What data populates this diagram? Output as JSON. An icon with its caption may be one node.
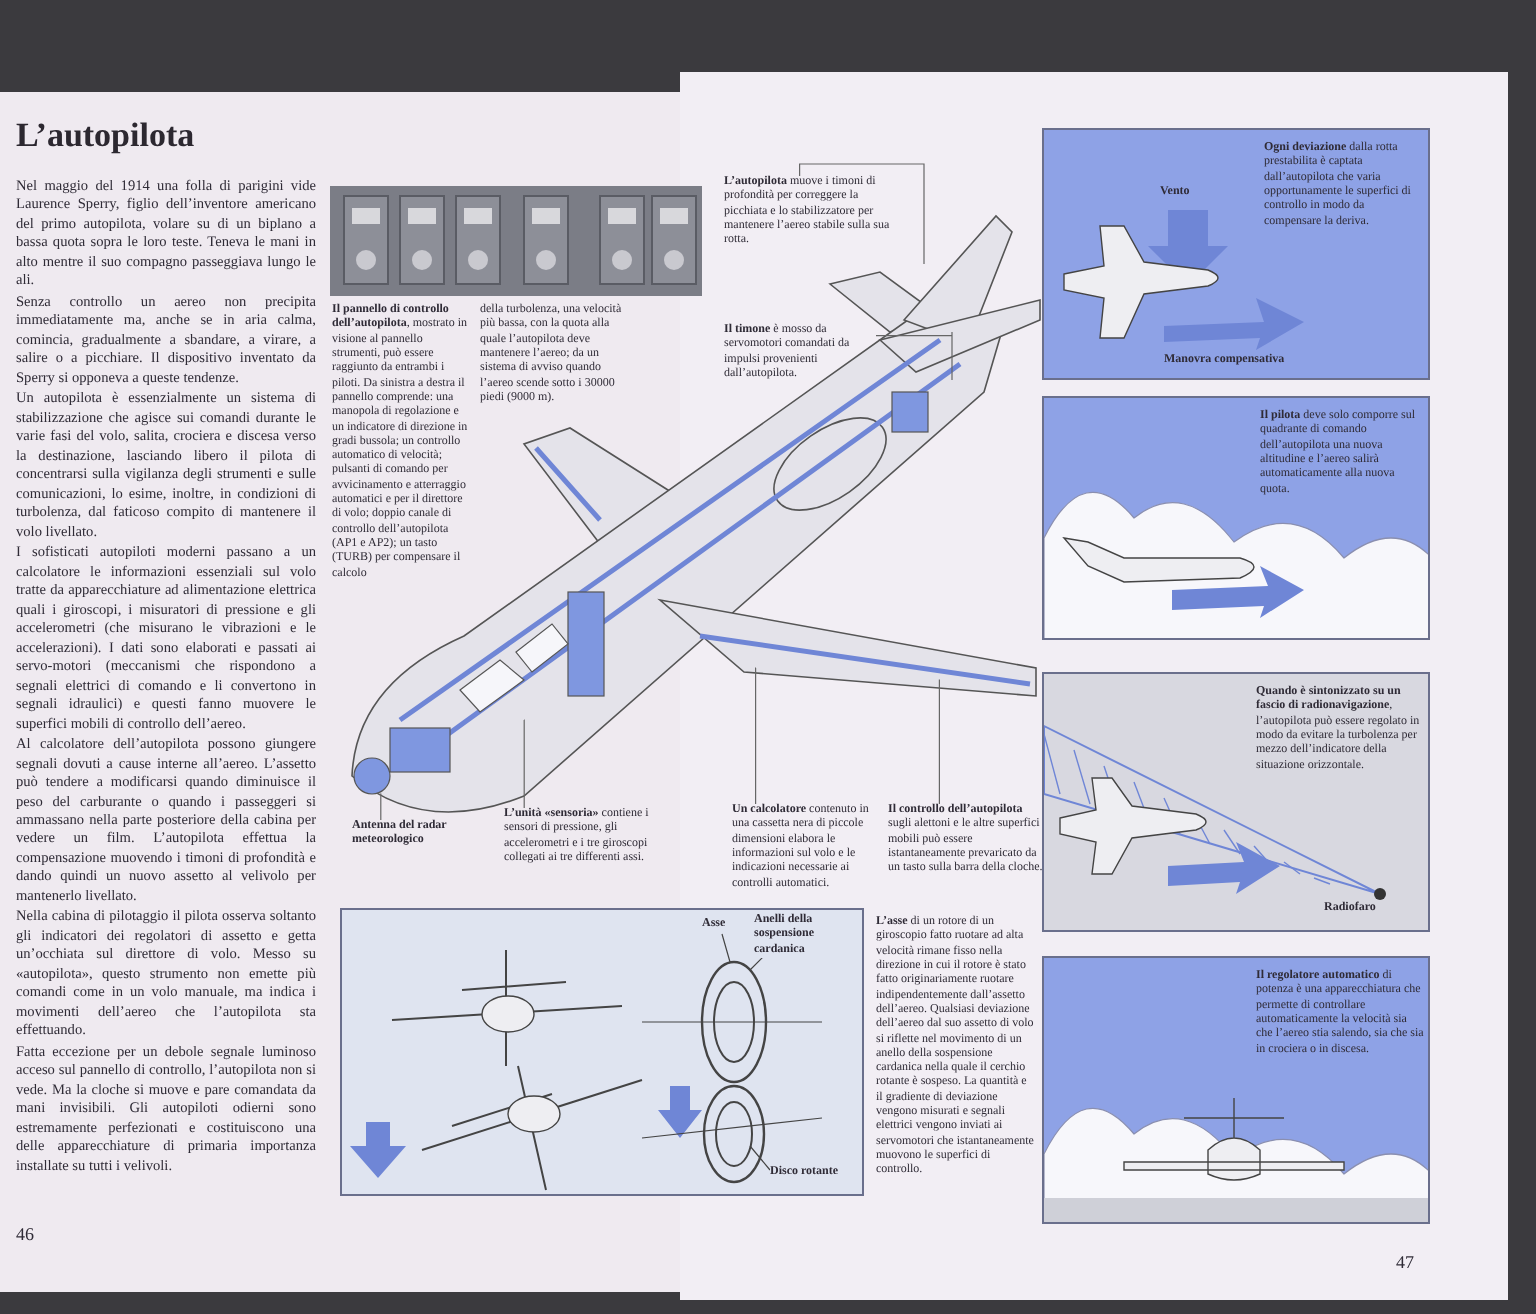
{
  "diagram": {
    "title": "L’autopilota",
    "nodes": [
      {
        "text": [
          "**L’autopilota** muove i timoni di profondità per correggere la picchiata e lo stabilizzatore per mantenere l’aereo stabile sulla sua rotta."
        ]
      },
      {
        "text": [
          "**Il timone** è mosso da servomotori comandati da impulsi provenienti dall’autopilota."
        ]
      },
      {
        "text": [
          "**L’unità «sensoria»** contiene i sensori di pressione, gli accelerometri e i tre giroscopi collegati ai tre differenti assi."
        ]
      },
      {
        "text": [
          "**Antenna del radar meteorologico**"
        ]
      },
      {
        "text": [
          "**Un calcolatore** contenuto in una cassetta nera di piccole dimensioni elabora le informazioni sul volo e le indicazioni necessarie ai controlli automatici."
        ]
      },
      {
        "text": [
          "**Il controllo dell’autopilota** sugli alettoni e le altre superfici mobili può essere istantaneamente prevaricato da un tasto sulla barra della cloche."
        ]
      },
      {
        "text": [
          "Asse",
          "Anelli della sospensione cardanica",
          "Disco rotante"
        ]
      },
      {
        "text": [
          "Vento",
          "**Ogni deviazione** dalla rotta prestabilita è captata dall’autopilota che varia opportunamente le superfici di controllo in modo da compensare la deriva.",
          "Manovra compensativa"
        ]
      },
      {
        "text": [
          "**Il pilota** deve solo comporre sul quadrante di comando dell’autopilota una nuova altitudine e l’aereo salirà automaticamente alla nuova quota."
        ]
      },
      {
        "text": [
          "**Quando è sintonizzato su un fascio di radionavigazione**, l’autopilota può essere regolato in modo da evitare la turbolenza per mezzo dell’indicatore della situazione orizzontale.",
          "Radiofaro"
        ]
      },
      {
        "text": [
          "**Il regolatore automatico** di potenza è una apparecchiatura che permette di controllare automaticamente la velocità sia che l’aereo stia salendo, sia che sia in crociera o in discesa."
        ]
      }
    ],
    "edges": [
      {
        "from": 0,
        "to": null,
        "arrow": "none"
      },
      {
        "from": 1,
        "to": null,
        "arrow": "none"
      },
      {
        "from": 2,
        "to": null,
        "arrow": "none"
      },
      {
        "from": 3,
        "to": null,
        "arrow": "none"
      },
      {
        "from": 4,
        "to": null,
        "arrow": "none"
      },
      {
        "from": 5,
        "to": null,
        "arrow": "none"
      }
    ],
    "labels": [
      "Nel maggio del 1914 una folla di parigini vide Laurence Sperry, figlio dell’inventore americano del primo autopilota, volare su di un biplano a bassa quota sopra le loro teste. Teneva le mani in alto mentre il suo compagno passeggiava lungo le ali.",
      "Senza controllo un aereo non precipita immediatamente ma, anche se in aria calma, comincia, gradualmente a sbandare, a virare, a salire o a picchiare. Il dispositivo inventato da Sperry si opponeva a queste tendenze.",
      "Un autopilota è essenzialmente un sistema di stabilizzazione che agisce sui comandi durante le varie fasi del volo, salita, crociera e discesa verso la destinazione, lasciando libero il pilota di concentrarsi sulla vigilanza degli strumenti e sulle comunicazioni, lo esime, inoltre, in condizioni di turbolenza, dal faticoso compito di mantenere il volo livellato.",
      "I sofisticati autopiloti moderni passano a un calcolatore le informazioni essenziali sul volo tratte da apparecchiature ad alimentazione elettrica quali i giroscopi, i misuratori di pressione e gli accelerometri (che misurano le vibrazioni e le accelerazioni). I dati sono elaborati e passati ai servo-motori (meccanismi che rispondono a segnali elettrici di comando e li convertono in segnali idraulici) e questi fanno muovere le superfici mobili di controllo dell’aereo.",
      "Al calcolatore dell’autopilota possono giungere segnali dovuti a cause interne all’aereo. L’assetto può tendere a modificarsi quando diminuisce il peso del carburante o quando i passeggeri si ammassano nella parte posteriore della cabina per vedere un film. L’autopilota effettua la compensazione muovendo i timoni di profondità e dando quindi un nuovo assetto al velivolo per mantenerlo livellato.",
      "Nella cabina di pilotaggio il pilota osserva soltanto gli indicatori dei regolatori di assetto e getta un’occhiata sul direttore di volo. Messo su «autopilota», questo strumento non emette più comandi come in un volo manuale, ma indica i movimenti dell’aereo che l’autopilota sta effettuando.",
      "Fatta eccezione per un debole segnale luminoso acceso sul pannello di controllo, l’autopilota non si vede. Ma la cloche si muove e pare comandata da mani invisibili. Gli autopiloti odierni sono estremamente perfezionati e costituiscono una delle apparecchiature di primaria importanza installate su tutti i velivoli.",
      "**Il pannello di controllo dell’autopilota**, mostrato in visione al pannello strumenti, può essere raggiunto da entrambi i piloti. Da sinistra a destra il pannello comprende: una manopola di regolazione e un indicatore di direzione in gradi bussola; un controllo automatico di velocità; pulsanti di comando per avvicinamento e atterraggio automatici e per il direttore di volo; doppio canale di controllo dell’autopilota (AP1 e AP2); un tasto (TURB) per compensare il calcolo",
      "della turbolenza, una velocità più bassa, con la quota alla quale l’autopilota deve mantenere l’aereo; da un sistema di avviso quando l’aereo scende sotto i 30000 piedi (9000 m).",
      "**L’asse** di un rotore di un giroscopio fatto ruotare ad alta velocità rimane fisso nella direzione in cui il rotore è stato fatto originariamente ruotare indipendentemente dall’assetto dell’aereo. Qualsiasi deviazione dell’aereo dal suo assetto di volo si riflette nel movimento di un anello della sospensione cardanica nella quale il cerchio rotante è sospeso. La quantità e il gradiente di deviazione vengono misurati e segnali elettrici vengono inviati ai servomotori che istantaneamente muovono le superfici di controllo.",
      "46",
      "47"
    ]
  }
}
